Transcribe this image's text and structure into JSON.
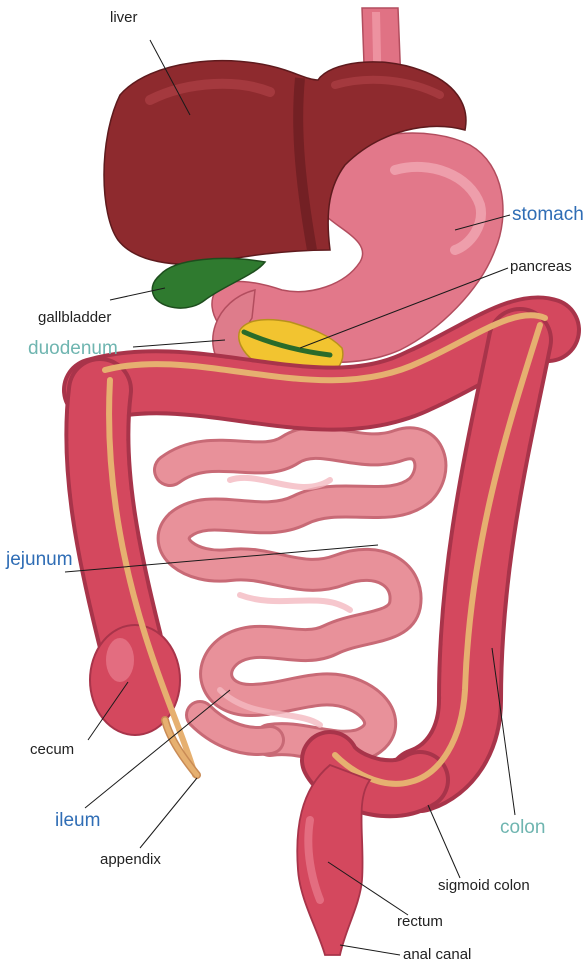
{
  "colors": {
    "liver": "#8e2a2e",
    "liver_dark": "#6e1e22",
    "gallbladder": "#2f7a2f",
    "stomach": "#e2788a",
    "pancreas": "#f2c430",
    "small_intestine": "#e8919a",
    "large_intestine": "#d4485e",
    "taenia": "#e6b070",
    "label_blue": "#2f6db5",
    "label_teal": "#6fb5b0",
    "label_dark": "#222222"
  },
  "labels": {
    "liver": "liver",
    "stomach": "stomach",
    "pancreas": "pancreas",
    "gallbladder": "gallbladder",
    "duodenum": "duodenum",
    "jejunum": "jejunum",
    "cecum": "cecum",
    "ileum": "ileum",
    "appendix": "appendix",
    "colon": "colon",
    "sigmoid_colon": "sigmoid colon",
    "rectum": "rectum",
    "anal_canal": "anal canal"
  }
}
